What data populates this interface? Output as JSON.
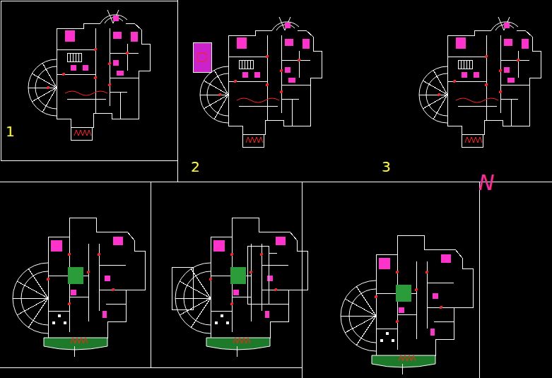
{
  "diagram": {
    "labels": [
      "1",
      "2",
      "3",
      "N"
    ]
  }
}
